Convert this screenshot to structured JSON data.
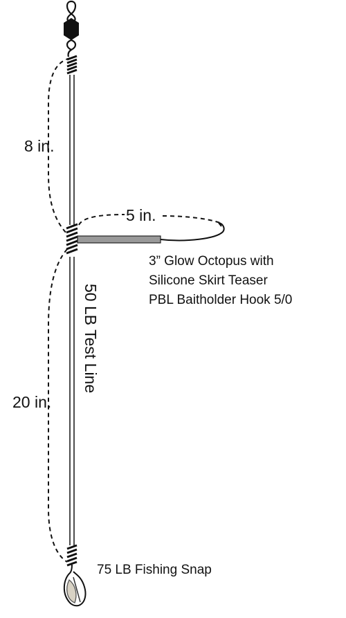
{
  "measurements": {
    "top_segment": "8 in.",
    "dropper": "5 in.",
    "bottom_segment": "20 in."
  },
  "main_line": "50 LB Test Line",
  "teaser": [
    "3” Glow Octopus with",
    "Silicone Skirt Teaser",
    "PBL Baitholder Hook 5/0"
  ],
  "snap": "75 LB Fishing Snap",
  "colors": {
    "line": "#111111",
    "teaser": "#999999",
    "swivel": "#111111"
  }
}
